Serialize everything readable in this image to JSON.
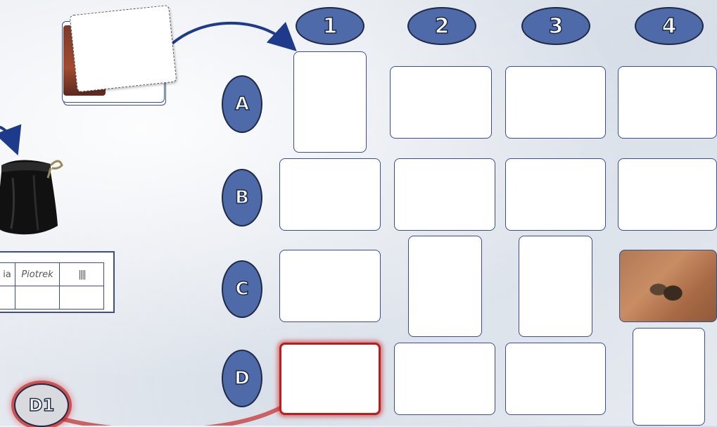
{
  "columns": [
    {
      "label": "1"
    },
    {
      "label": "2"
    },
    {
      "label": "3"
    },
    {
      "label": "4"
    }
  ],
  "rows": [
    {
      "label": "A"
    },
    {
      "label": "B"
    },
    {
      "label": "C"
    },
    {
      "label": "D"
    }
  ],
  "scoresheet": {
    "header": [
      "ia",
      "Piotrek",
      "||||"
    ]
  },
  "token": {
    "label": "D1"
  },
  "colors": {
    "pill_fill": "#4f6aa8",
    "card_border": "#3b4f8c",
    "highlight": "#b81e1e",
    "arrow": "#1e3a8a",
    "connector": "#c84a4a"
  },
  "icons": {
    "card_deck": "card-deck-icon",
    "bag": "black-bag-icon",
    "photo": "rat-photo"
  }
}
